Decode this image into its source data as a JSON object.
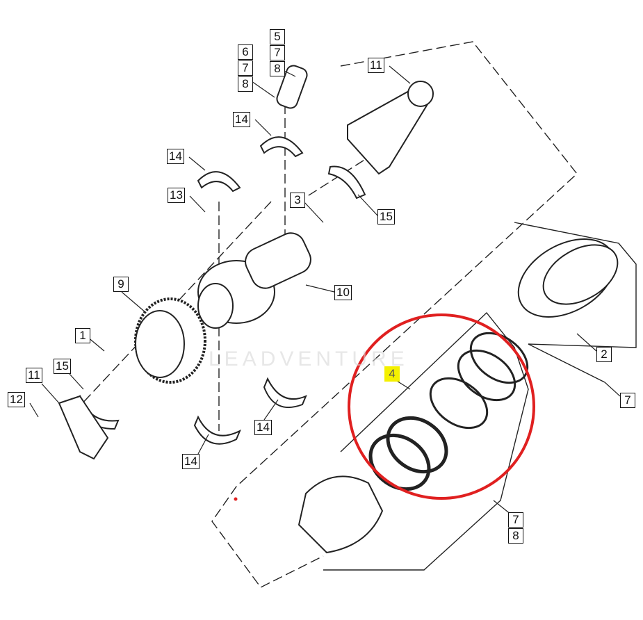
{
  "diagram": {
    "watermark": "LEADVENTURE",
    "highlight_color": "#f4f000",
    "circle_color": "#e02020",
    "callouts": {
      "piston_pin_group": [
        "5",
        "7",
        "8"
      ],
      "circlip_group": [
        "6",
        "7",
        "8"
      ],
      "conrod_top": "11",
      "bearing_upper_a": "14",
      "bearing_upper_b": "14",
      "thrust_washer": "13",
      "key": "3",
      "conrod_bearing_top": "15",
      "gear": "9",
      "crankshaft": "10",
      "bolt": "1",
      "piston": "2",
      "conrod_left": "11",
      "conrod_bearing_left": "15",
      "rings": "4",
      "conrod_bolt": "12",
      "piston_group_right": "7",
      "bearing_lower_a": "14",
      "bearing_lower_b": "14",
      "ring_group": [
        "7",
        "8"
      ]
    }
  }
}
